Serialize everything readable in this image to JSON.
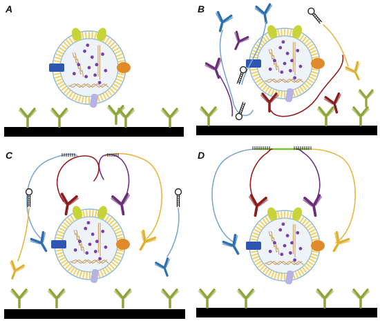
{
  "panels": [
    {
      "label": "A"
    },
    {
      "label": "B"
    },
    {
      "label": "C"
    },
    {
      "label": "D"
    }
  ],
  "colors": {
    "surface": "#000000",
    "membrane": "#f2d26a",
    "membrane_outline": "#8fb7d8",
    "vesicle_core": "#eef3f8",
    "particle": "#7b3fa8",
    "dna_strand": "#c8a06a",
    "capture_antibody": "#8fa53a",
    "blue_antibody": "#2e6fb0",
    "purple_antibody": "#6b2f7a",
    "red_antibody": "#8a1f1f",
    "yellow_antibody": "#e0b030",
    "marker_green": "#c6d43a",
    "marker_blue": "#2f56b0",
    "marker_orange": "#e08a2a",
    "marker_lilac": "#b6b2e6",
    "linker_blue": "#7aa6d6",
    "linker_yellow": "#e6b640",
    "linker_red": "#9a1a1a",
    "linker_purple": "#6a2e86",
    "ligation_bar": "#7bbf3a"
  }
}
